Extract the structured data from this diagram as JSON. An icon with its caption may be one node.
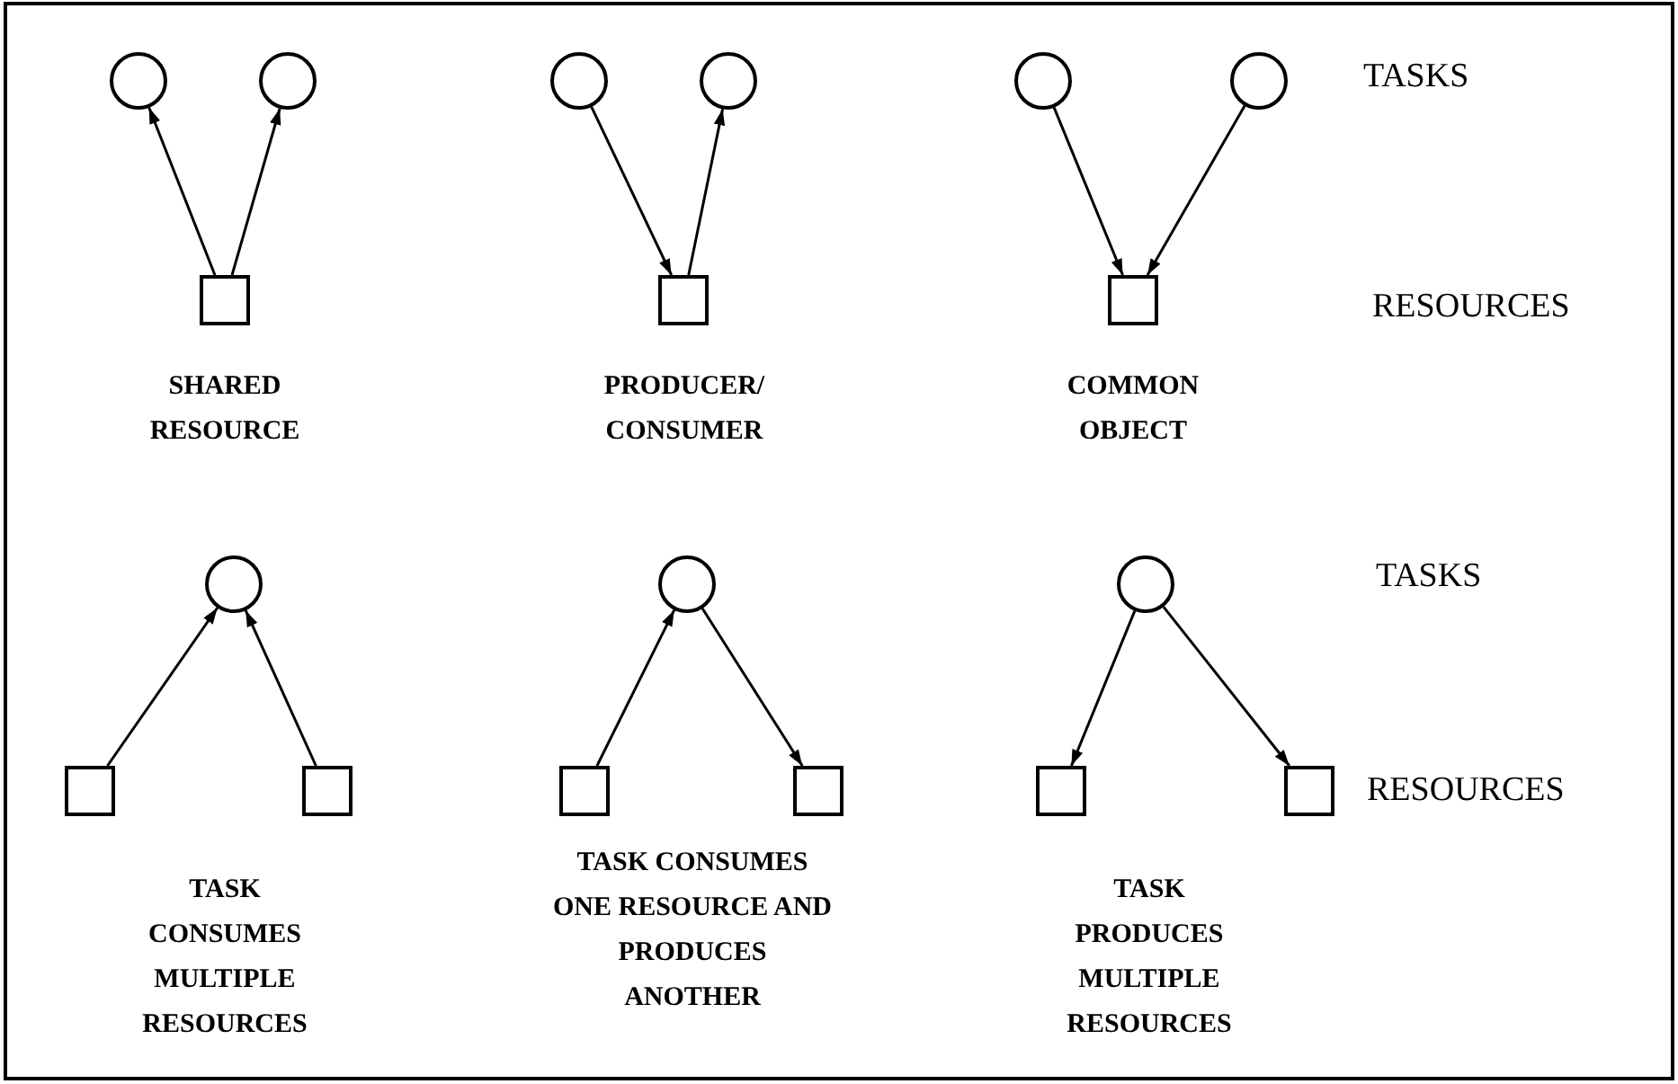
{
  "diagram": {
    "nodes": [
      {
        "text": [],
        "shape": "circle"
      },
      {
        "text": [],
        "shape": "circle"
      },
      {
        "text": [],
        "shape": "box"
      },
      {
        "text": [],
        "shape": "circle"
      },
      {
        "text": [],
        "shape": "circle"
      },
      {
        "text": [],
        "shape": "box"
      },
      {
        "text": [],
        "shape": "circle"
      },
      {
        "text": [],
        "shape": "circle"
      },
      {
        "text": [],
        "shape": "box"
      },
      {
        "text": [],
        "shape": "circle"
      },
      {
        "text": [],
        "shape": "box"
      },
      {
        "text": [],
        "shape": "box"
      },
      {
        "text": [],
        "shape": "circle"
      },
      {
        "text": [],
        "shape": "box"
      },
      {
        "text": [],
        "shape": "box"
      },
      {
        "text": [],
        "shape": "circle"
      },
      {
        "text": [],
        "shape": "box"
      },
      {
        "text": [],
        "shape": "box"
      }
    ],
    "edges": [
      {
        "from": 2,
        "to": 0,
        "arrow": "to"
      },
      {
        "from": 2,
        "to": 1,
        "arrow": "to"
      },
      {
        "from": 3,
        "to": 5,
        "arrow": "to"
      },
      {
        "from": 5,
        "to": 4,
        "arrow": "to"
      },
      {
        "from": 6,
        "to": 8,
        "arrow": "to"
      },
      {
        "from": 7,
        "to": 8,
        "arrow": "to"
      },
      {
        "from": 10,
        "to": 9,
        "arrow": "to"
      },
      {
        "from": 11,
        "to": 9,
        "arrow": "to"
      },
      {
        "from": 13,
        "to": 12,
        "arrow": "to"
      },
      {
        "from": 12,
        "to": 14,
        "arrow": "to"
      },
      {
        "from": 15,
        "to": 16,
        "arrow": "to"
      },
      {
        "from": 15,
        "to": 17,
        "arrow": "to"
      }
    ],
    "labels": [
      "TASKS",
      "RESOURCES",
      "SHARED RESOURCE",
      "PRODUCER/ CONSUMER",
      "COMMON OBJECT",
      "TASKS",
      "RESOURCES",
      "TASK CONSUMES MULTIPLE RESOURCES",
      "TASK CONSUMES ONE RESOURCE AND PRODUCES ANOTHER",
      "TASK PRODUCES MULTIPLE RESOURCES"
    ]
  }
}
